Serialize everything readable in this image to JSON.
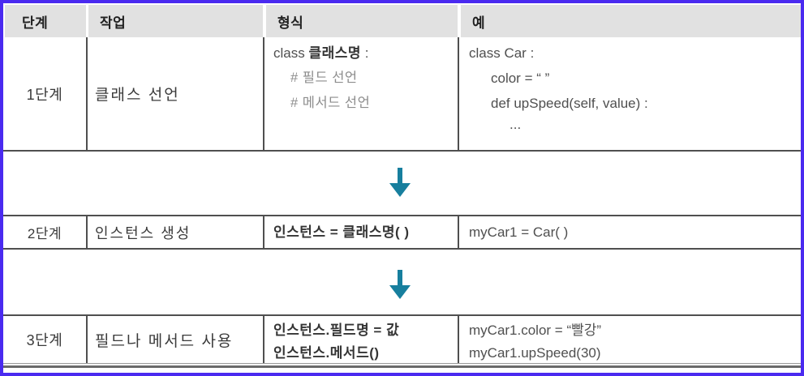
{
  "figure": {
    "type": "textbook-table",
    "language": "ko"
  },
  "colors": {
    "frame": "#4a2af0",
    "header_bg": "#e1e1e1",
    "grid_line": "#4f4f4f",
    "arrow": "#177f9e",
    "text_dark": "#343434",
    "text_code": "#4f4f4f",
    "text_comment": "#8d8d8d"
  },
  "header": {
    "col_step": "단계",
    "col_task": "작업",
    "col_format": "형식",
    "col_example": "예"
  },
  "icons": {
    "arrow1": "down-arrow",
    "arrow2": "down-arrow"
  },
  "rows": {
    "r1": {
      "step": "1단계",
      "task": "클래스 선언",
      "format": {
        "l1a": "class ",
        "l1b": "클래스명",
        "l1c": " :",
        "l2": "# 필드 선언",
        "l3": "# 메서드 선언"
      },
      "example": {
        "l1": "class Car :",
        "l2": "color = “ ”",
        "l3": "def upSpeed(self, value) :",
        "l4": "..."
      }
    },
    "r2": {
      "step": "2단계",
      "task": "인스턴스 생성",
      "format": {
        "l1": "인스턴스 = 클래스명( )"
      },
      "example": {
        "l1": "myCar1 = Car( )"
      }
    },
    "r3": {
      "step": "3단계",
      "task": "필드나 메서드 사용",
      "format": {
        "l1": "인스턴스.필드명 = 값",
        "l2": "인스턴스.메서드()"
      },
      "example": {
        "l1": "myCar1.color = “빨강”",
        "l2": "myCar1.upSpeed(30)"
      }
    }
  }
}
